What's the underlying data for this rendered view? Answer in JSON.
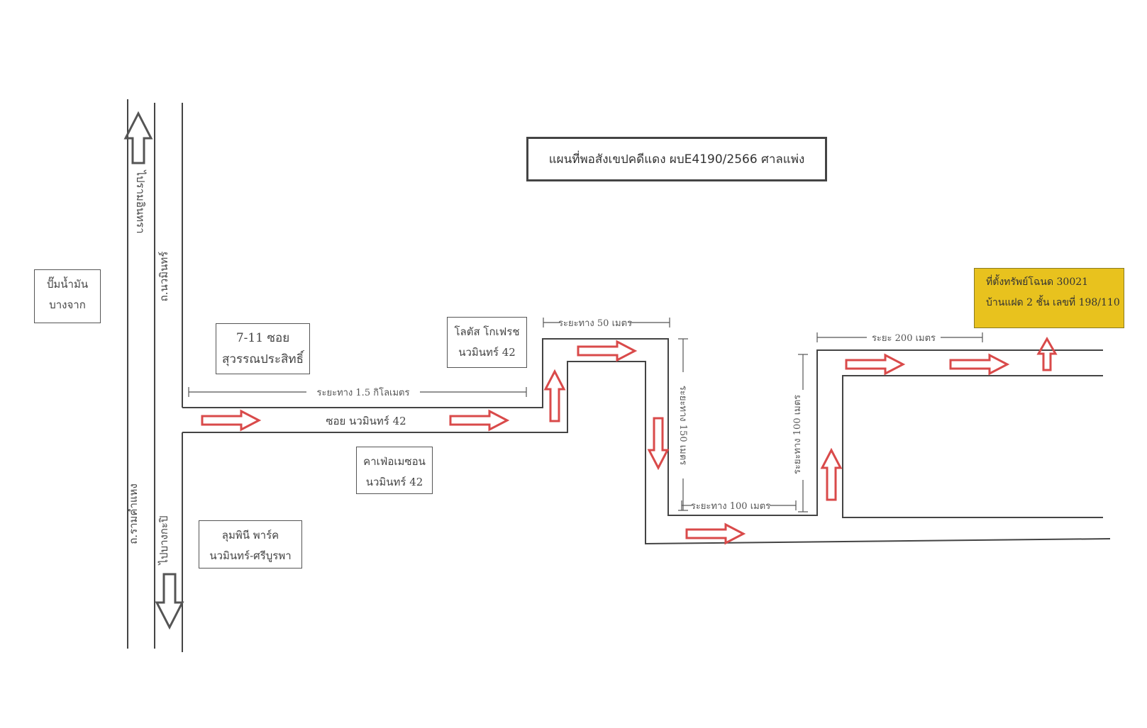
{
  "title": "แผนที่พอสังเขปคดีแดง ผบE4190/2566 ศาลแพ่ง",
  "target": {
    "line1": "ที่ตั้งทรัพย์โฉนด 30021",
    "line2": "บ้านแฝด 2 ชั้น เลขที่ 198/110",
    "color": "#e8c21e"
  },
  "landmarks": {
    "pump": [
      "ปั๊มน้ำมัน",
      "บางจาก"
    ],
    "seven_eleven": [
      "7-11 ซอย",
      "สุวรรณประสิทธิ์"
    ],
    "lotus": [
      "โลตัส โกเฟรช",
      "นวมินทร์ 42"
    ],
    "cafe": [
      "คาเฟ่อเมซอน",
      "นวมินทร์ 42"
    ],
    "lumpini": [
      "ลุมพินี พาร์ค",
      "นวมินทร์-ศรีบูรพา"
    ]
  },
  "roads": {
    "to_ramintra": "ไปรามอินทรา",
    "nawamin_road": "ถ.นวมินทร์",
    "to_bangkapi": "ไปบางกะปิ",
    "ramkhamhaeng": "ถ.รามคำแหง",
    "soi": "ซอย นวมินทร์ 42"
  },
  "distances": {
    "d1": "ระยะทาง 1.5 กิโลเมตร",
    "d2": "ระยะทาง 50 เมตร",
    "d3": "ระยะทาง 150 เมตร",
    "d4": "ระยะทาง 100 เมตร",
    "d5": "ระยะทาง 100 เมตร",
    "d6": "ระยะ 200 เมตร"
  },
  "colors": {
    "arrow": "#d94a4a",
    "road": "#444444"
  }
}
